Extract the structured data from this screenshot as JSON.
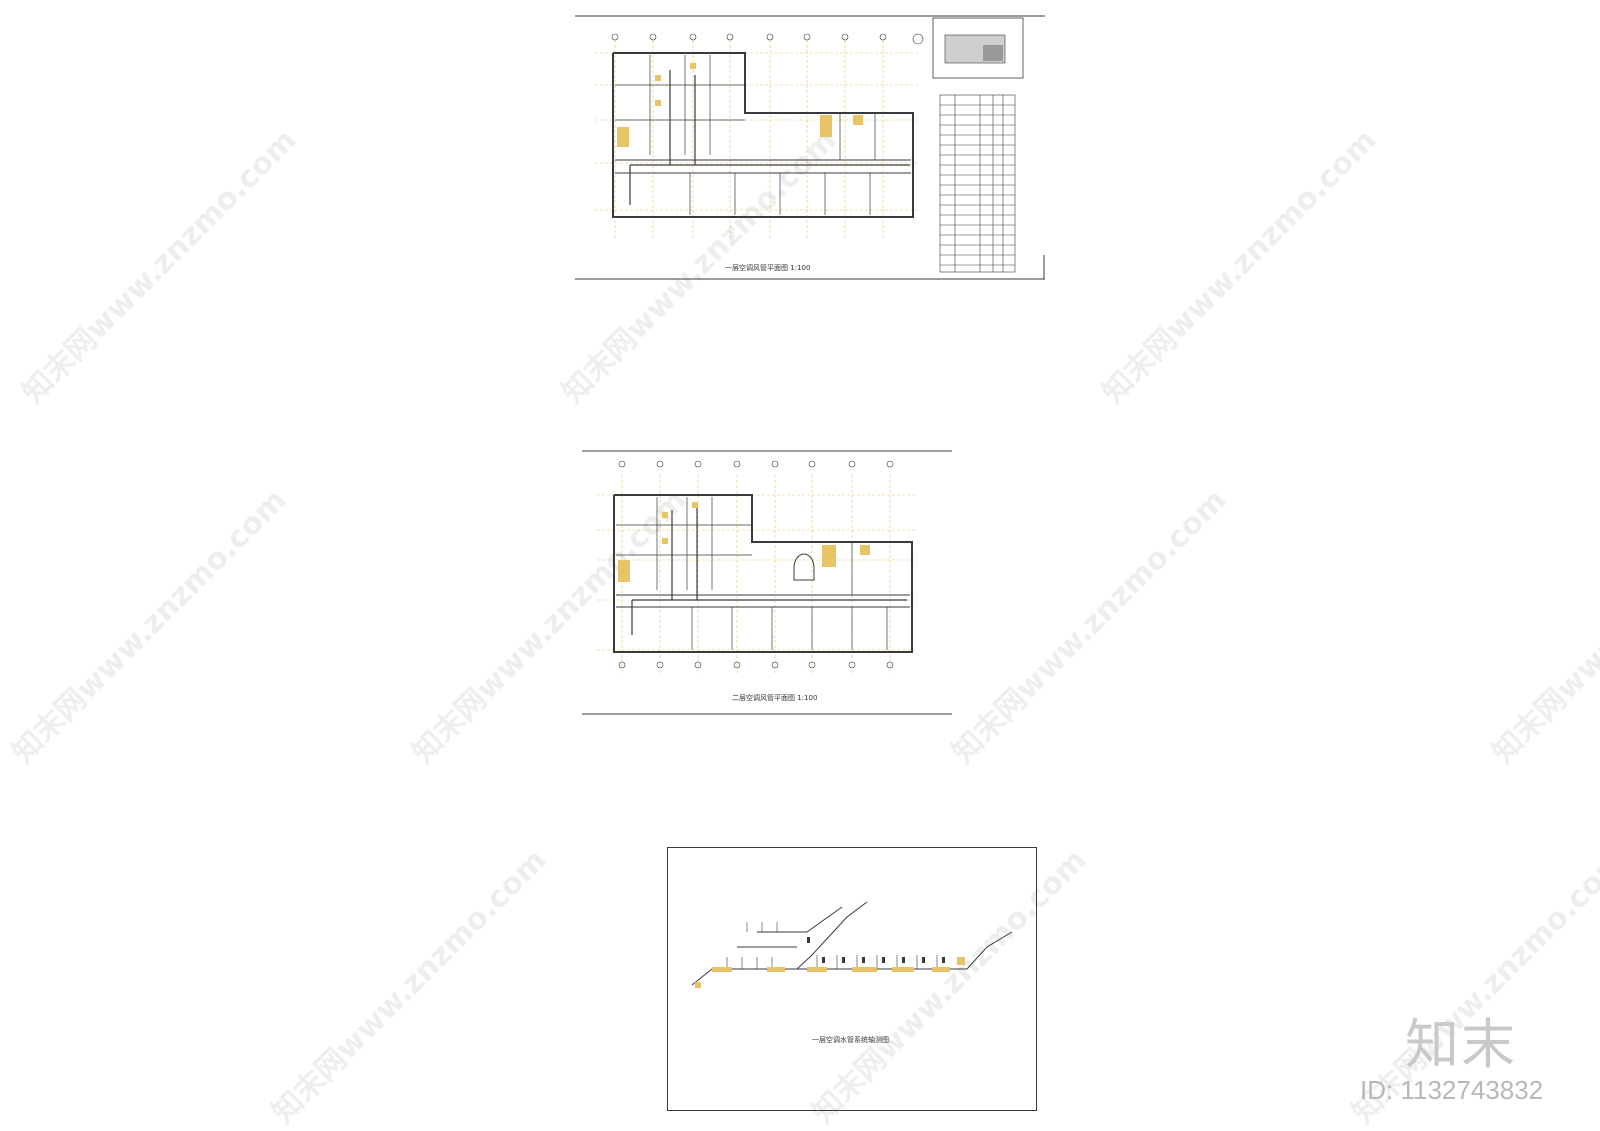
{
  "sheets": [
    {
      "id": "sheet-1",
      "caption": "一层空调风管平面图 1:100"
    },
    {
      "id": "sheet-2",
      "caption": "二层空调风管平面图 1:100"
    },
    {
      "id": "sheet-3",
      "caption": "一层空调水管系统轴测图"
    }
  ],
  "watermark": "知末网www.znzmo.com",
  "brand": {
    "logo": "知末",
    "id_label": "ID: 1132743832"
  },
  "colors": {
    "line": "#3a3a3a",
    "accent": "#e8c468",
    "grid": "#f0d890"
  }
}
